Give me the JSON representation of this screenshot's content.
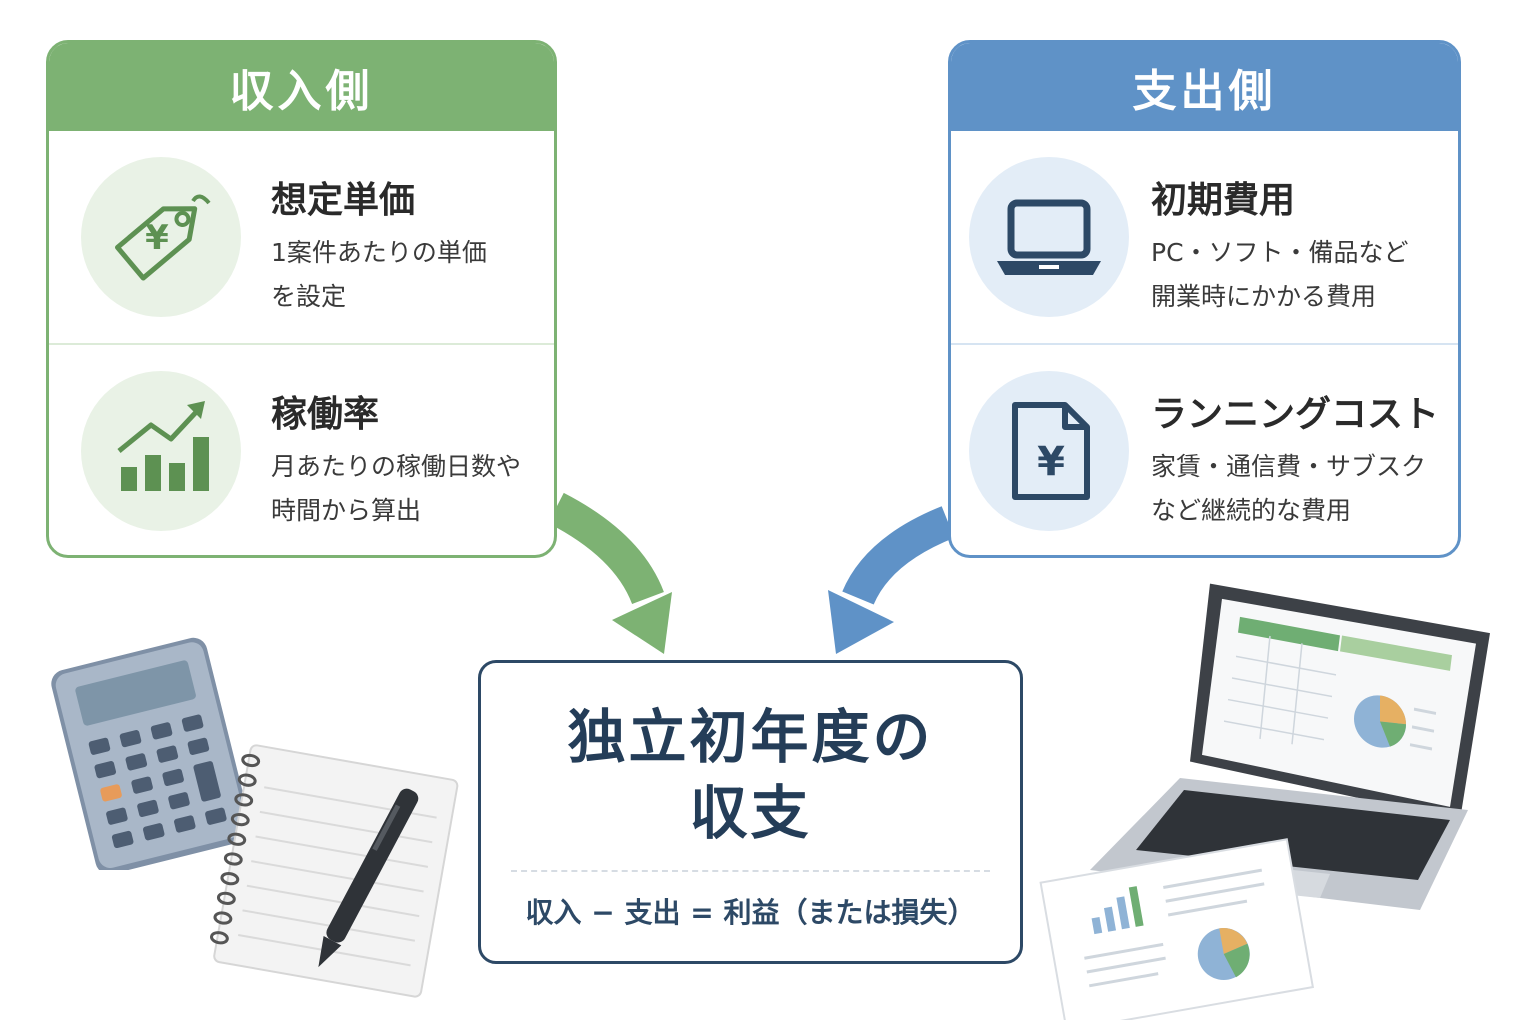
{
  "income": {
    "header": "収入側",
    "items": [
      {
        "title": "想定単価",
        "desc_lines": [
          "1案件あたりの単価",
          "を設定"
        ],
        "icon": "yen-price-tag-icon",
        "yen": "¥"
      },
      {
        "title": "稼働率",
        "desc_lines": [
          "月あたりの稼働日数や",
          "時間から算出"
        ],
        "icon": "bar-chart-growth-icon"
      }
    ]
  },
  "expense": {
    "header": "支出側",
    "items": [
      {
        "title": "初期費用",
        "desc_lines": [
          "PC・ソフト・備品など",
          "開業時にかかる費用"
        ],
        "icon": "laptop-icon"
      },
      {
        "title": "ランニングコスト",
        "desc_lines": [
          "家賃・通信費・サブスク",
          "など継続的な費用"
        ],
        "icon": "yen-document-icon",
        "yen": "¥"
      }
    ]
  },
  "center": {
    "title_lines": [
      "独立初年度の",
      "収支"
    ],
    "formula": "収入 − 支出 = 利益（または損失）"
  },
  "colors": {
    "income": "#7db273",
    "expense": "#5f92c7",
    "center": "#2d4966"
  },
  "illustrations": [
    "calculator-icon",
    "notepad-with-pen-icon",
    "laptop-with-spreadsheet-icon",
    "report-document-icon"
  ]
}
